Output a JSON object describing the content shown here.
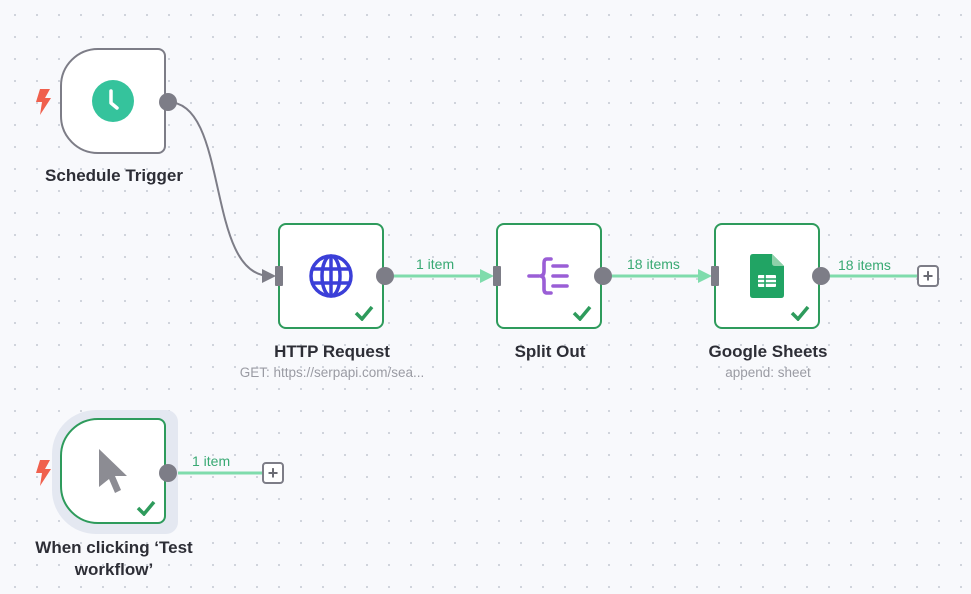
{
  "colors": {
    "success_border": "#2e9b5c",
    "edge_success": "#7fdcac",
    "edge_default": "#7d7d87",
    "edge_label": "#38a973",
    "trigger_bolt": "#f0604d",
    "clock_icon": "#35c39c",
    "globe_icon": "#3b3fd8",
    "split_icon": "#9a5ed6",
    "sheets_icon": "#21a464"
  },
  "nodes": {
    "schedule_trigger": {
      "label": "Schedule Trigger",
      "icon": "clock-icon",
      "status": "idle"
    },
    "http_request": {
      "label": "HTTP Request",
      "subtitle": "GET: https://serpapi.com/sea...",
      "icon": "globe-icon",
      "status": "success"
    },
    "split_out": {
      "label": "Split Out",
      "icon": "split-out-icon",
      "status": "success"
    },
    "google_sheets": {
      "label": "Google Sheets",
      "subtitle": "append: sheet",
      "icon": "google-sheets-icon",
      "status": "success"
    },
    "manual_trigger": {
      "label_line1": "When clicking ‘Test",
      "label_line2": "workflow’",
      "icon": "cursor-icon",
      "status": "success"
    }
  },
  "edges": {
    "http_to_split": {
      "label": "1 item"
    },
    "split_to_sheets": {
      "label": "18 items"
    },
    "sheets_out": {
      "label": "18 items"
    },
    "manual_out": {
      "label": "1 item"
    }
  },
  "add_node_symbol": "+"
}
